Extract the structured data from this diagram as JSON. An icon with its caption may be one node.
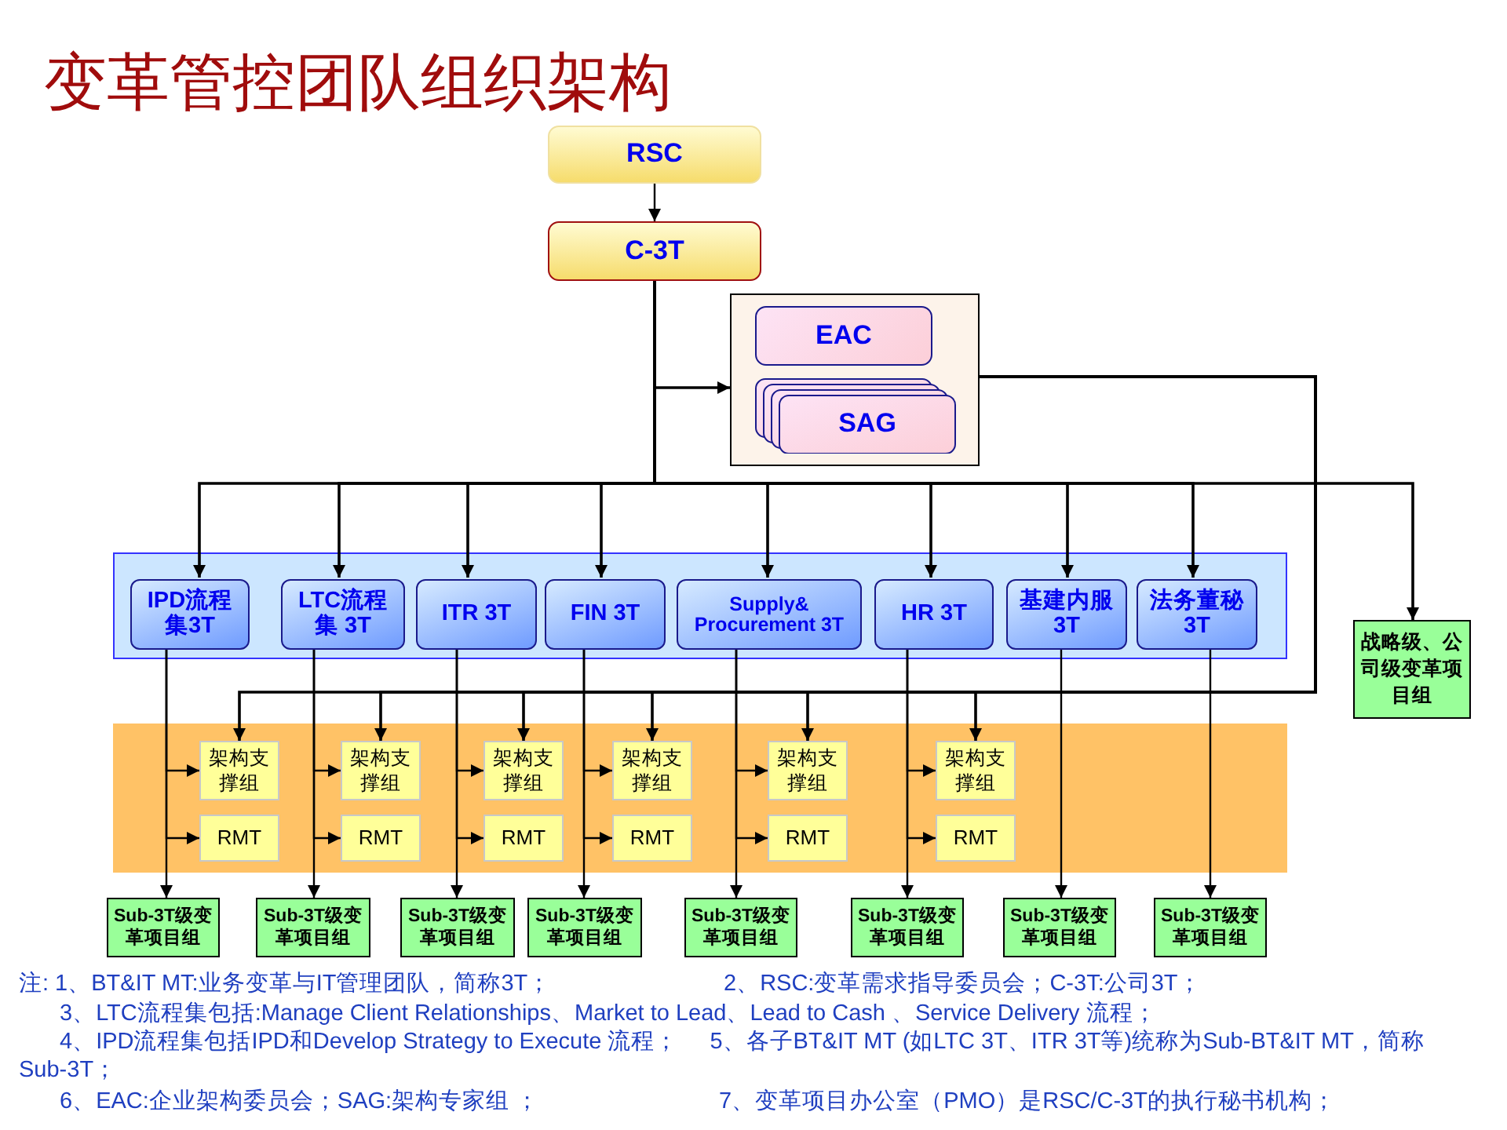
{
  "diagram": {
    "title": "变革管控团队组织架构",
    "nodes": [
      {
        "text": [
          "RSC"
        ]
      },
      {
        "text": [
          "C-3T"
        ]
      },
      {
        "text": [],
        "shape": "box"
      },
      {
        "text": [
          "EAC"
        ],
        "in": 2
      },
      {
        "text": [
          "SAG"
        ],
        "in": 2
      },
      {
        "text": [],
        "shape": "box"
      },
      {
        "text": [
          "IPD流程集3T"
        ],
        "in": 5
      },
      {
        "text": [
          "LTC流程集 3T"
        ],
        "in": 5
      },
      {
        "text": [
          "ITR 3T"
        ],
        "in": 5
      },
      {
        "text": [
          "FIN 3T"
        ],
        "in": 5
      },
      {
        "text": [
          "Supply& Procurement 3T"
        ],
        "in": 5
      },
      {
        "text": [
          "HR 3T"
        ],
        "in": 5
      },
      {
        "text": [
          "基建内服 3T"
        ],
        "in": 5
      },
      {
        "text": [
          "法务董秘 3T"
        ],
        "in": 5
      },
      {
        "text": [
          "战略级、公司级变革项目组"
        ]
      },
      {
        "text": [],
        "shape": "box"
      },
      {
        "text": [
          "架构支撑组"
        ],
        "in": 15
      },
      {
        "text": [
          "架构支撑组"
        ],
        "in": 15
      },
      {
        "text": [
          "架构支撑组"
        ],
        "in": 15
      },
      {
        "text": [
          "架构支撑组"
        ],
        "in": 15
      },
      {
        "text": [
          "架构支撑组"
        ],
        "in": 15
      },
      {
        "text": [
          "架构支撑组"
        ],
        "in": 15
      },
      {
        "text": [
          "RMT"
        ],
        "in": 15
      },
      {
        "text": [
          "RMT"
        ],
        "in": 15
      },
      {
        "text": [
          "RMT"
        ],
        "in": 15
      },
      {
        "text": [
          "RMT"
        ],
        "in": 15
      },
      {
        "text": [
          "RMT"
        ],
        "in": 15
      },
      {
        "text": [
          "RMT"
        ],
        "in": 15
      },
      {
        "text": [
          "Sub-3T级变革项目组"
        ]
      },
      {
        "text": [
          "Sub-3T级变革项目组"
        ]
      },
      {
        "text": [
          "Sub-3T级变革项目组"
        ]
      },
      {
        "text": [
          "Sub-3T级变革项目组"
        ]
      },
      {
        "text": [
          "Sub-3T级变革项目组"
        ]
      },
      {
        "text": [
          "Sub-3T级变革项目组"
        ]
      },
      {
        "text": [
          "Sub-3T级变革项目组"
        ]
      },
      {
        "text": [
          "Sub-3T级变革项目组"
        ]
      }
    ],
    "edges": [
      {
        "from": 0,
        "to": 1,
        "arrow": "to"
      },
      {
        "from": 1,
        "to": 2,
        "arrow": "to"
      },
      {
        "from": 1,
        "to": 6,
        "arrow": "to"
      },
      {
        "from": 1,
        "to": 7,
        "arrow": "to"
      },
      {
        "from": 1,
        "to": 8,
        "arrow": "to"
      },
      {
        "from": 1,
        "to": 9,
        "arrow": "to"
      },
      {
        "from": 1,
        "to": 10,
        "arrow": "to"
      },
      {
        "from": 1,
        "to": 11,
        "arrow": "to"
      },
      {
        "from": 1,
        "to": 12,
        "arrow": "to"
      },
      {
        "from": 1,
        "to": 13,
        "arrow": "to"
      },
      {
        "from": 1,
        "to": 14,
        "arrow": "to"
      },
      {
        "from": 2,
        "to": 16,
        "arrow": "to"
      },
      {
        "from": 2,
        "to": 17,
        "arrow": "to"
      },
      {
        "from": 2,
        "to": 18,
        "arrow": "to"
      },
      {
        "from": 2,
        "to": 19,
        "arrow": "to"
      },
      {
        "from": 2,
        "to": 20,
        "arrow": "to"
      },
      {
        "from": 2,
        "to": 21,
        "arrow": "to"
      },
      {
        "from": 6,
        "to": 28,
        "arrow": "to"
      },
      {
        "from": 7,
        "to": 29,
        "arrow": "to"
      },
      {
        "from": 8,
        "to": 30,
        "arrow": "to"
      },
      {
        "from": 9,
        "to": 31,
        "arrow": "to"
      },
      {
        "from": 10,
        "to": 32,
        "arrow": "to"
      },
      {
        "from": 11,
        "to": 33,
        "arrow": "to"
      },
      {
        "from": 12,
        "to": 34,
        "arrow": "to"
      },
      {
        "from": 13,
        "to": 35,
        "arrow": "to"
      },
      {
        "from": 6,
        "to": 16,
        "arrow": "to"
      },
      {
        "from": 6,
        "to": 22,
        "arrow": "to"
      },
      {
        "from": 7,
        "to": 17,
        "arrow": "to"
      },
      {
        "from": 7,
        "to": 23,
        "arrow": "to"
      },
      {
        "from": 8,
        "to": 18,
        "arrow": "to"
      },
      {
        "from": 8,
        "to": 24,
        "arrow": "to"
      },
      {
        "from": 9,
        "to": 19,
        "arrow": "to"
      },
      {
        "from": 9,
        "to": 25,
        "arrow": "to"
      },
      {
        "from": 10,
        "to": 20,
        "arrow": "to"
      },
      {
        "from": 10,
        "to": 26,
        "arrow": "to"
      },
      {
        "from": 11,
        "to": 21,
        "arrow": "to"
      },
      {
        "from": 11,
        "to": 27,
        "arrow": "to"
      }
    ],
    "labels": [
      "注: 1、BT&IT MT:业务变革与IT管理团队，简称3T；",
      "2、RSC:变革需求指导委员会；C-3T:公司3T；",
      "3、LTC流程集包括:Manage Client Relationships、Market to Lead、Lead to Cash 、Service Delivery 流程；",
      "4、IPD流程集包括IPD和Develop Strategy to Execute 流程；",
      "5、各子BT&IT MT (如LTC 3T、ITR 3T等)统称为Sub-BT&IT MT，简称Sub-3T；",
      "6、EAC:企业架构委员会；SAG:架构专家组 ；",
      "7、变革项目办公室（PMO）是RSC/C-3T的执行秘书机构；"
    ]
  }
}
